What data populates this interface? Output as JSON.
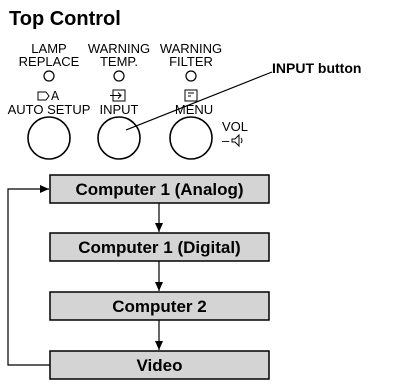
{
  "title": "Top Control",
  "indicators": [
    {
      "line1": "LAMP",
      "line2": "REPLACE"
    },
    {
      "line1": "WARNING",
      "line2": "TEMP."
    },
    {
      "line1": "WARNING",
      "line2": "FILTER"
    }
  ],
  "buttons": [
    {
      "label": "AUTO SETUP",
      "icon": "auto-setup-icon"
    },
    {
      "label": "INPUT",
      "icon": "input-icon"
    },
    {
      "label": "MENU",
      "icon": "menu-icon"
    }
  ],
  "volume": {
    "label": "VOL",
    "minus": "–",
    "icon": "speaker-icon"
  },
  "callout": "INPUT button",
  "flow": [
    "Computer 1 (Analog)",
    "Computer 1 (Digital)",
    "Computer 2",
    "Video"
  ],
  "colors": {
    "box_fill": "#d4d4d4",
    "stroke": "#000000"
  }
}
